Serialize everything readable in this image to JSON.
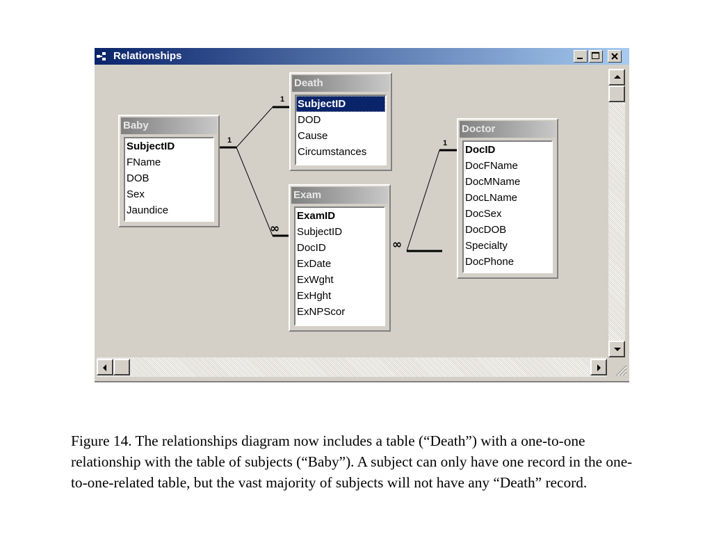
{
  "window": {
    "title": "Relationships"
  },
  "tables": {
    "baby": {
      "name": "Baby",
      "fields": [
        "SubjectID",
        "FName",
        "DOB",
        "Sex",
        "Jaundice"
      ]
    },
    "death": {
      "name": "Death",
      "fields": [
        "SubjectID",
        "DOD",
        "Cause",
        "Circumstances"
      ]
    },
    "exam": {
      "name": "Exam",
      "fields": [
        "ExamID",
        "SubjectID",
        "DocID",
        "ExDate",
        "ExWght",
        "ExHght",
        "ExNPScor"
      ]
    },
    "doctor": {
      "name": "Doctor",
      "fields": [
        "DocID",
        "DocFName",
        "DocMName",
        "DocLName",
        "DocSex",
        "DocDOB",
        "Specialty",
        "DocPhone"
      ]
    }
  },
  "relationships": {
    "baby_death": {
      "one_label_left": "1",
      "one_label_right": "1"
    },
    "baby_exam": {
      "one_label": "1",
      "many_label": "∞"
    },
    "doctor_exam": {
      "one_label": "1",
      "many_label": "∞"
    }
  },
  "selected_field": "Death.SubjectID",
  "caption": "Figure 14. The relationships diagram now includes a table (“Death”) with a one-to-one relationship with the table of subjects (“Baby”).  A subject can only have one record in the one-to-one-related table, but the vast majority of subjects will not have any “Death” record."
}
